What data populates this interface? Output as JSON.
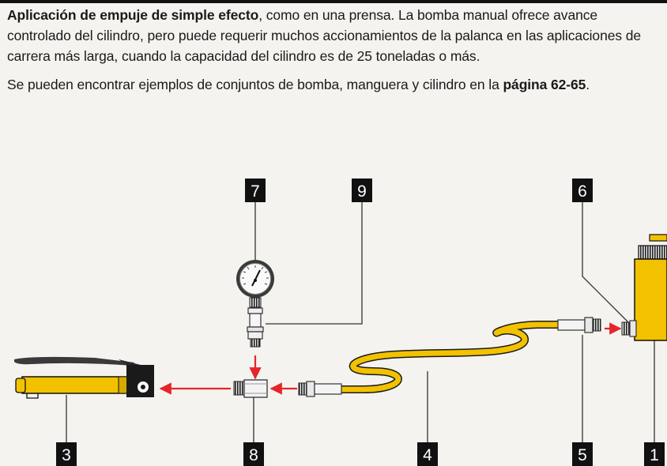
{
  "intro": {
    "bold_lead": "Aplicación de empuje de simple efecto",
    "sentence_rest": ", como en una prensa. La bomba manual ofrece avance controlado del cilindro, pero puede requerir muchos accionamientos de la palanca en las aplicaciones de carrera más larga, cuando la capacidad del cilindro es de 25 toneladas o más.",
    "examples_before": "Se pueden encontrar ejemplos de conjuntos de bomba, manguera y cilindro en la ",
    "examples_bold": "página 62-65",
    "examples_after": "."
  },
  "callouts": {
    "n1": "1",
    "n3": "3",
    "n4": "4",
    "n5": "5",
    "n6": "6",
    "n7": "7",
    "n8": "8",
    "n9": "9"
  },
  "colors": {
    "background": "#f4f3ef",
    "component_yellow": "#f2c200",
    "arrow_red": "#e4262a",
    "label_black": "#111111"
  }
}
